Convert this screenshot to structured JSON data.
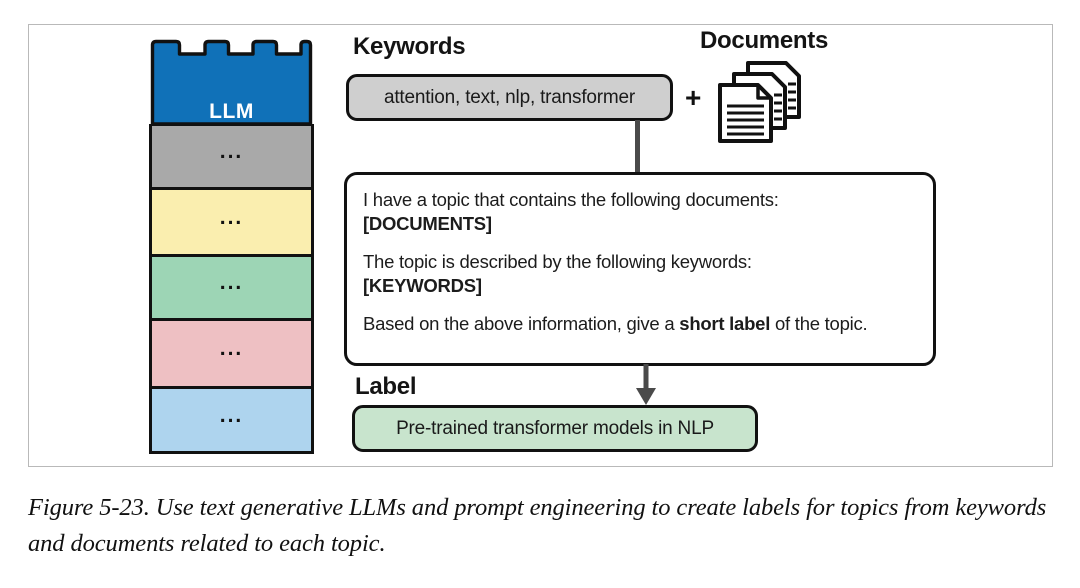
{
  "figure": {
    "caption": "Figure 5-23. Use text generative LLMs and prompt engineering to create labels for topics from keywords and documents related to each topic."
  },
  "llm_stack": {
    "top_block": {
      "label": "LLM",
      "color": "#1071b8",
      "text_color": "#ffffff"
    },
    "blocks": [
      {
        "label": "...",
        "color": "#a9a9a9"
      },
      {
        "label": "...",
        "color": "#faeeaf"
      },
      {
        "label": "...",
        "color": "#9dd5b5"
      },
      {
        "label": "...",
        "color": "#eec0c3"
      },
      {
        "label": "...",
        "color": "#aed4ee"
      }
    ]
  },
  "keywords": {
    "heading": "Keywords",
    "value": "attention, text, nlp, transformer",
    "box_color": "#cfcfcf"
  },
  "documents": {
    "heading": "Documents",
    "icon": "documents-stack-icon",
    "plus": "+"
  },
  "prompt": {
    "paragraphs": [
      {
        "lines": [
          {
            "text": "I have a topic that contains the following documents:",
            "bold": false
          },
          {
            "text": "[DOCUMENTS]",
            "bold": true
          }
        ]
      },
      {
        "lines": [
          {
            "text": "The topic is described by the following keywords:",
            "bold": false
          },
          {
            "text": "[KEYWORDS]",
            "bold": true
          }
        ]
      }
    ],
    "final_line": {
      "before": "Based on the above information, give a ",
      "bold": "short label",
      "after": " of the topic."
    }
  },
  "label": {
    "heading": "Label",
    "value": "Pre-trained transformer models in NLP",
    "box_color": "#c8e4cd"
  },
  "connectors": {
    "keywords_to_prompt": "vertical-line",
    "prompt_to_label": "down-arrow-icon",
    "line_color": "#4a4a4a"
  }
}
